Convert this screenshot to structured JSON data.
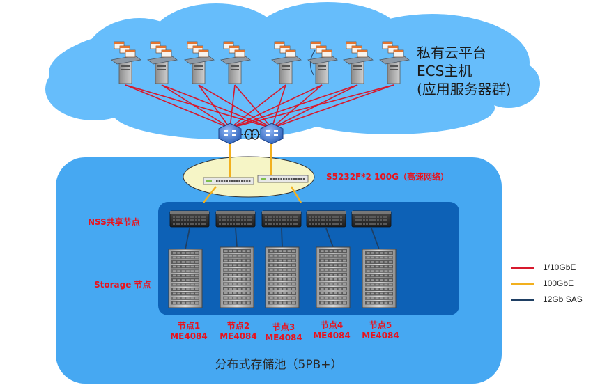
{
  "cloud": {
    "title_lines": [
      "私有云平台",
      "ECS主机",
      "(应用服务器群)"
    ],
    "servers": [
      {
        "id": 1
      },
      {
        "id": 2
      },
      {
        "id": 3
      },
      {
        "id": 4
      },
      {
        "id": 5
      },
      {
        "id": 6
      },
      {
        "id": 7
      },
      {
        "id": 8
      }
    ]
  },
  "network": {
    "switch_label": "S5232F*2 100G（高速网络）"
  },
  "storage": {
    "nss_label": "NSS共享节点",
    "storage_label": "Storage 节点",
    "nodes": [
      {
        "name": "节点1",
        "model": "ME4084"
      },
      {
        "name": "节点2",
        "model": "ME4084"
      },
      {
        "name": "节点3",
        "model": "ME4084"
      },
      {
        "name": "节点4",
        "model": "ME4084"
      },
      {
        "name": "节点5",
        "model": "ME4084"
      }
    ],
    "pool_title": "分布式存储池（5PB+）"
  },
  "legend": [
    {
      "label": "1/10GbE",
      "color": "#d7192d"
    },
    {
      "label": "100GbE",
      "color": "#f2b01e"
    },
    {
      "label": "12Gb SAS",
      "color": "#1f3f63"
    }
  ],
  "colors": {
    "cloud": "#66bdfb",
    "pool_bg": "#46a8f2",
    "inner_panel": "#0d61b6",
    "switch_ellipse": "#f6f5c6",
    "router": "#3b78d8"
  }
}
